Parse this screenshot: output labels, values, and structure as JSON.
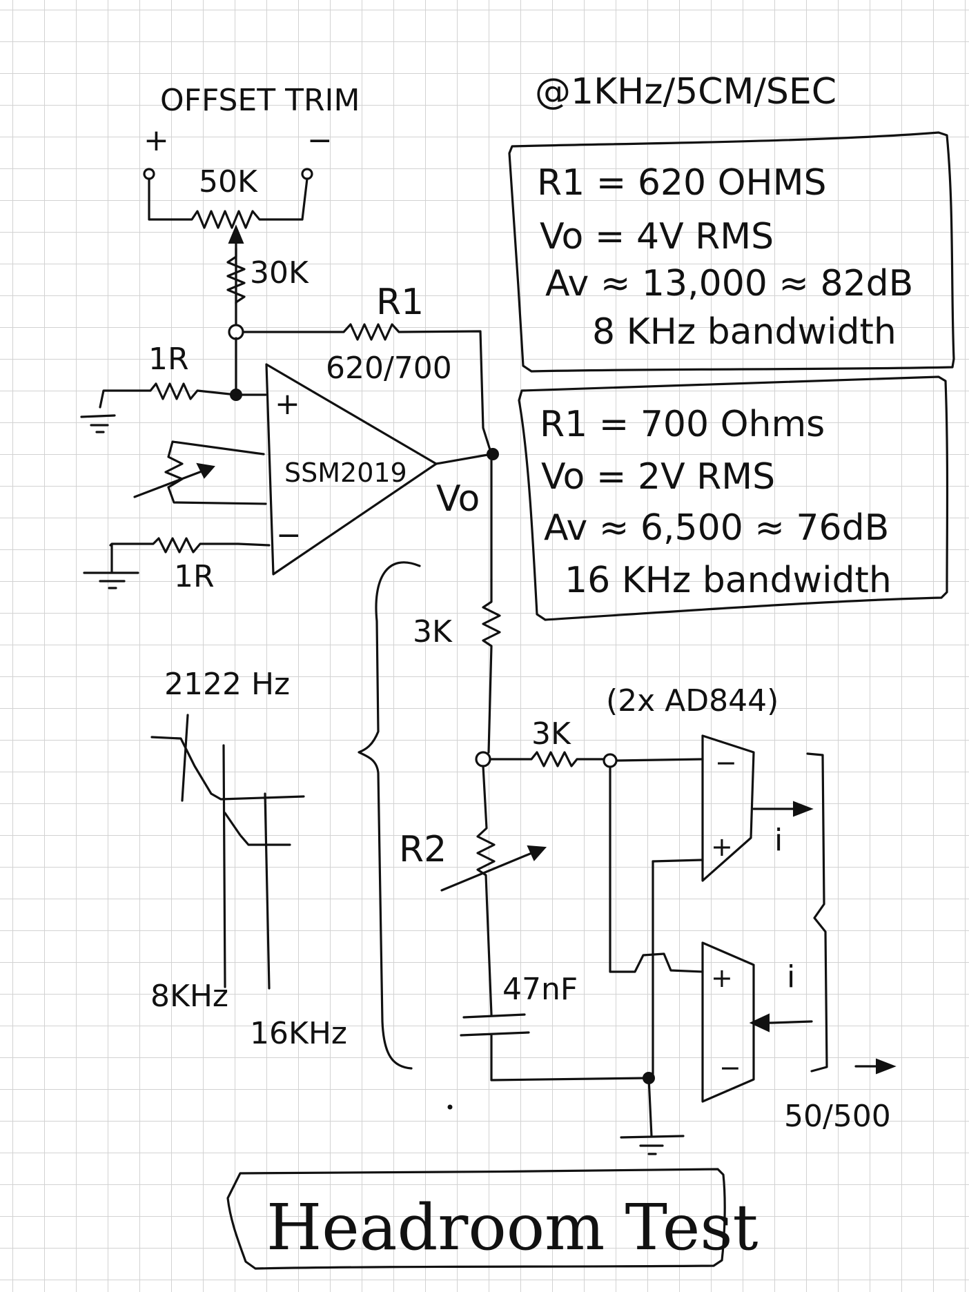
{
  "notes": {
    "header": "@1KHz/5CM/SEC",
    "offset_trim": "OFFSET TRIM",
    "plus": "+",
    "minus": "−",
    "pot_value": "50K",
    "trim_resistor": "30K",
    "r1_label": "R1",
    "r1_value": "620/700",
    "input_r_top": "1R",
    "input_r_bottom": "1R",
    "opamp": "SSM2019",
    "opamp_plus": "+",
    "opamp_minus": "−",
    "vo": "Vo",
    "r_3k_series": "3K",
    "r_3k_shunt": "3K",
    "r2": "R2",
    "cap": "47nF",
    "buffers": "(2x AD844)",
    "current_top": "i",
    "current_bottom": "i",
    "buf_top_plus": "+",
    "buf_top_minus": "−",
    "buf_bottom_plus": "+",
    "buf_bottom_minus": "−",
    "out_range": "50/500",
    "freq_corner": "2122 Hz",
    "freq_8k": "8KHz",
    "freq_16k": "16KHz",
    "title": "Headroom Test"
  },
  "box1": {
    "line1": "R1 = 620 OHMS",
    "line2": "Vo = 4V RMS",
    "line3": "Av ≈ 13,000 ≈ 82dB",
    "line4": "8 KHz bandwidth"
  },
  "box2": {
    "line1": "R1 = 700 Ohms",
    "line2": "Vo = 2V RMS",
    "line3": "Av ≈ 6,500 ≈ 76dB",
    "line4": "16 KHz bandwidth"
  },
  "colors": {
    "ink": "#111111",
    "grid": "#d2d2d2",
    "paper": "#ffffff"
  }
}
